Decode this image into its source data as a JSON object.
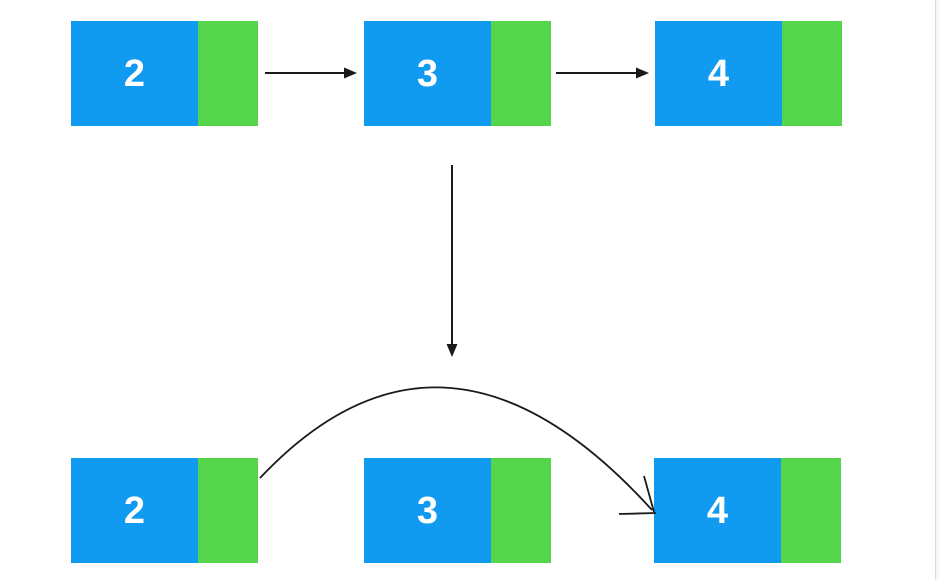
{
  "colors": {
    "node_value_fill": "#119bf0",
    "node_pointer_fill": "#55d54b",
    "arrow_stroke": "#1a1a1a",
    "background": "#ffffff",
    "frame_line": "#dcdcdc",
    "value_text": "#ffffff"
  },
  "rows": {
    "top": {
      "nodes": [
        {
          "value": "2"
        },
        {
          "value": "3"
        },
        {
          "value": "4"
        }
      ]
    },
    "bottom": {
      "nodes": [
        {
          "value": "2"
        },
        {
          "value": "3"
        },
        {
          "value": "4"
        }
      ]
    }
  },
  "arrows": {
    "top_next_1": "arrow-2-to-3",
    "top_next_2": "arrow-3-to-4",
    "transition": "down-arrow",
    "skip": "curved-arrow-2-to-4"
  }
}
